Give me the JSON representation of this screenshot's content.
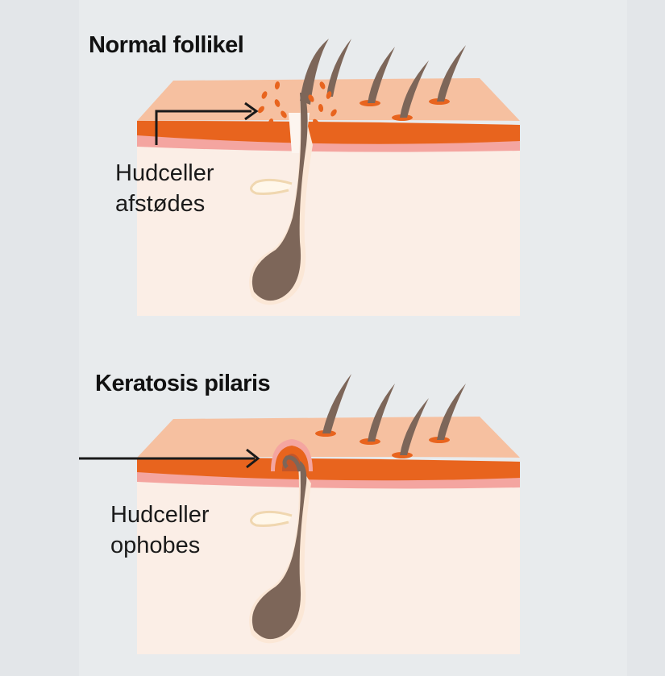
{
  "diagrams": [
    {
      "title": "Normal follikel",
      "label_lines": [
        "Hudceller",
        "afstødes"
      ]
    },
    {
      "title": "Keratosis pilaris",
      "label_lines": [
        "Hudceller",
        "ophobes"
      ]
    }
  ],
  "colors": {
    "background": "#e3e6e9",
    "epidermis": "#f6c0a0",
    "epidermis_band": "#e8641e",
    "basal_band": "#f4a5a0",
    "dermis": "#fbeee6",
    "hair": "#7d6659",
    "flake": "#e8641e",
    "arrow": "#1a1a1a"
  }
}
